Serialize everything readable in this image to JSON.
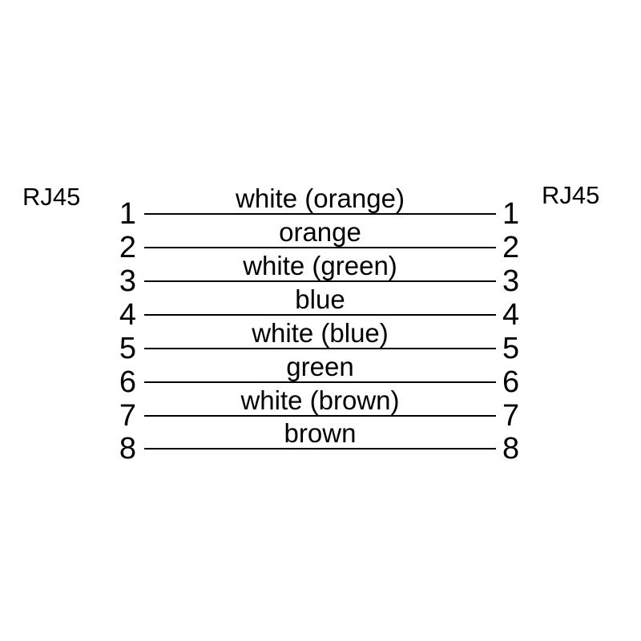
{
  "diagram": {
    "title_semantic": "RJ45 straight-through cable pinout",
    "left_connector_label": "RJ45",
    "right_connector_label": "RJ45",
    "colors": {
      "foreground": "#000000",
      "background": "#ffffff"
    },
    "rows": [
      {
        "left_pin": "1",
        "right_pin": "1",
        "label": "white (orange)"
      },
      {
        "left_pin": "2",
        "right_pin": "2",
        "label": "orange"
      },
      {
        "left_pin": "3",
        "right_pin": "3",
        "label": "white (green)"
      },
      {
        "left_pin": "4",
        "right_pin": "4",
        "label": "blue"
      },
      {
        "left_pin": "5",
        "right_pin": "5",
        "label": "white (blue)"
      },
      {
        "left_pin": "6",
        "right_pin": "6",
        "label": "green"
      },
      {
        "left_pin": "7",
        "right_pin": "7",
        "label": "white (brown)"
      },
      {
        "left_pin": "8",
        "right_pin": "8",
        "label": "brown"
      }
    ]
  }
}
